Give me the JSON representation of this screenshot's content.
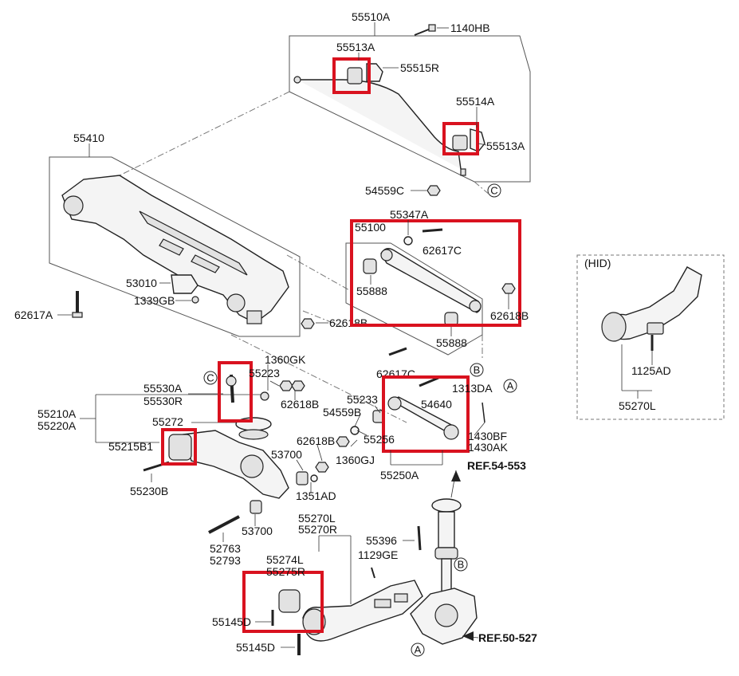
{
  "labels": {
    "p55510A": "55510A",
    "p1140HB": "1140HB",
    "p55513A_top": "55513A",
    "p55515R": "55515R",
    "p55514A": "55514A",
    "p55513A_right": "55513A",
    "p54559C": "54559C",
    "p55410": "55410",
    "p53010": "53010",
    "p1339GB": "1339GB",
    "p62617A": "62617A",
    "p62618B_mid": "62618B",
    "p55347A": "55347A",
    "p55100": "55100",
    "p62617C_top": "62617C",
    "p55888_a": "55888",
    "p62618B_r": "62618B",
    "p55888_b": "55888",
    "p62617C_bot": "62617C",
    "p1360GK": "1360GK",
    "p55223": "55223",
    "p62618B_c": "62618B",
    "p55530A": "55530A",
    "p55530R": "55530R",
    "p55210A": "55210A",
    "p55220A": "55220A",
    "p55272": "55272",
    "p55215B1": "55215B1",
    "p55230B": "55230B",
    "p55233": "55233",
    "p54559B": "54559B",
    "p55256": "55256",
    "p62618B_l": "62618B",
    "p53700_a": "53700",
    "p1360GJ": "1360GJ",
    "p1351AD": "1351AD",
    "p53700_b": "53700",
    "p54640": "54640",
    "p1313DA": "1313DA",
    "p1430BF": "1430BF",
    "p1430AK": "1430AK",
    "p55250A": "55250A",
    "p52763": "52763",
    "p52793": "52793",
    "p55270L": "55270L",
    "p55270R": "55270R",
    "p55396": "55396",
    "p1129GE": "1129GE",
    "p55274L": "55274L",
    "p55275R": "55275R",
    "p55145D_a": "55145D",
    "p55145D_b": "55145D",
    "ref1": "REF.54-553",
    "ref2": "REF.50-527",
    "hid_title": "(HID)",
    "hid_1125AD": "1125AD",
    "hid_55270L": "55270L"
  },
  "callouts": {
    "C1": "C",
    "C2": "C",
    "B1": "B",
    "B2": "B",
    "A1": "A",
    "A2": "A"
  },
  "colors": {
    "highlight": "#d9121f",
    "line": "#222222"
  }
}
